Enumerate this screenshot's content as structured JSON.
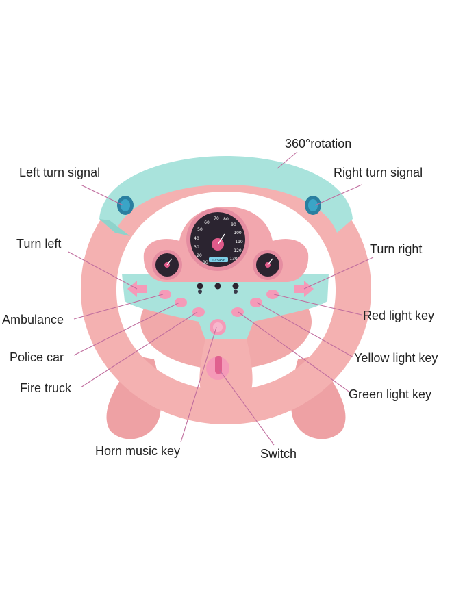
{
  "labels": {
    "rotation": "360°rotation",
    "left_turn_signal": "Left turn signal",
    "right_turn_signal": "Right turn signal",
    "turn_left": "Turn left",
    "turn_right": "Turn right",
    "ambulance": "Ambulance",
    "red_light_key": "Red light key",
    "police_car": "Police car",
    "yellow_light_key": "Yellow light key",
    "fire_truck": "Fire truck",
    "green_light_key": "Green light key",
    "horn_music_key": "Horn music key",
    "switch": "Switch"
  },
  "speedometer": {
    "ticks": [
      "10",
      "20",
      "30",
      "40",
      "50",
      "60",
      "70",
      "80",
      "90",
      "100",
      "110",
      "120",
      "130"
    ],
    "odometer": "123456"
  },
  "colors": {
    "wheel_pink": "#f4b1b1",
    "wheel_pink_dark": "#e99a9c",
    "wheel_teal": "#a9e3dc",
    "leader_line": "#c06d9e",
    "gauge_dark": "#2b2430",
    "button_pink": "#f59ab8"
  }
}
